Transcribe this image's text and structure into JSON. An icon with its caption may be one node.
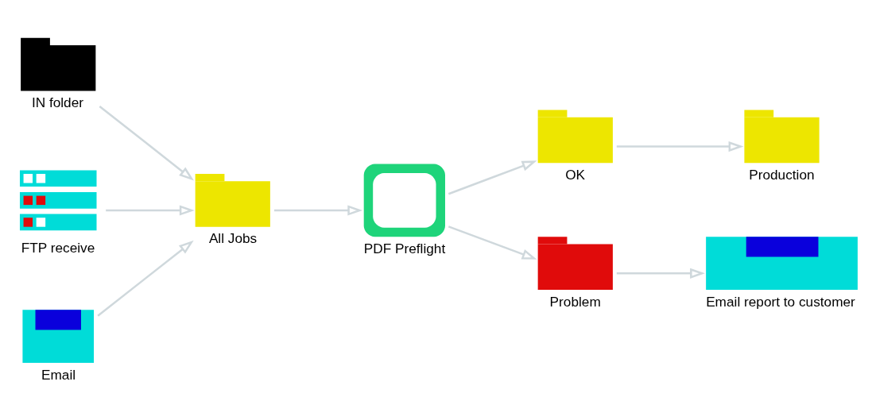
{
  "diagram": {
    "nodes": [
      {
        "text": [
          "IN folder"
        ]
      },
      {
        "text": [
          "FTP receive"
        ]
      },
      {
        "text": [
          "Email"
        ]
      },
      {
        "text": [
          "All Jobs"
        ]
      },
      {
        "text": [
          "PDF Preflight"
        ]
      },
      {
        "text": [
          "OK"
        ]
      },
      {
        "text": [
          "Production"
        ]
      },
      {
        "text": [
          "Problem"
        ]
      },
      {
        "text": [
          "Email report to customer"
        ]
      }
    ],
    "edges": [
      {
        "from": 0,
        "to": 3,
        "arrow": "to"
      },
      {
        "from": 1,
        "to": 3,
        "arrow": "to"
      },
      {
        "from": 2,
        "to": 3,
        "arrow": "to"
      },
      {
        "from": 3,
        "to": 4,
        "arrow": "to"
      },
      {
        "from": 4,
        "to": 5,
        "arrow": "to"
      },
      {
        "from": 5,
        "to": 6,
        "arrow": "to"
      },
      {
        "from": 4,
        "to": 7,
        "arrow": "to"
      },
      {
        "from": 7,
        "to": 8,
        "arrow": "to"
      }
    ]
  }
}
